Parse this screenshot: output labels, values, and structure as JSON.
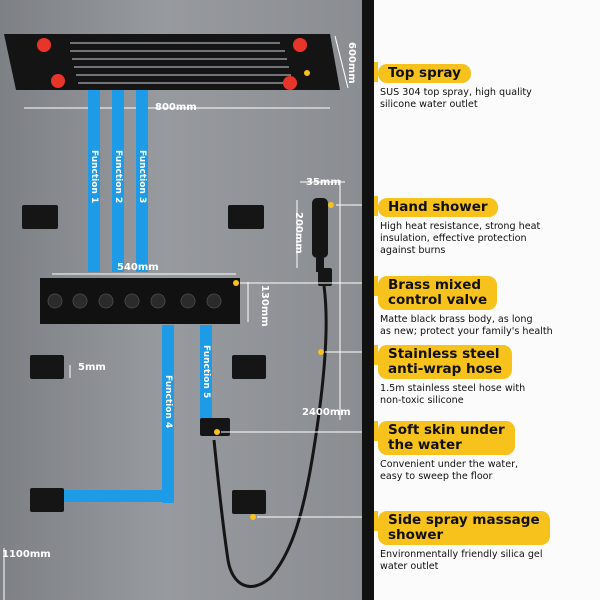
{
  "dimensions": {
    "top_width": "600mm",
    "top_length": "800mm",
    "hand_width": "35mm",
    "hand_height": "200mm",
    "valve_width": "540mm",
    "valve_height": "130mm",
    "jet_gap": "5mm",
    "hose_height": "2400mm",
    "floor_height": "1100mm"
  },
  "pipes": {
    "f1": "Function 1",
    "f2": "Function 2",
    "f3": "Function 3",
    "f4": "Function 4",
    "f5": "Function 5"
  },
  "features": [
    {
      "title": [
        "Top spray"
      ],
      "desc": [
        "SUS 304 top spray, high quality",
        "silicone water outlet"
      ]
    },
    {
      "title": [
        "Hand shower"
      ],
      "desc": [
        "High heat resistance, strong heat",
        "insulation, effective protection",
        "against burns"
      ]
    },
    {
      "title": [
        "Brass mixed",
        "control valve"
      ],
      "desc": [
        "Matte black brass body, as long",
        "as new;  protect your family's health"
      ]
    },
    {
      "title": [
        "Stainless steel",
        "anti-wrap hose"
      ],
      "desc": [
        "1.5m stainless steel hose with",
        "non-toxic silicone"
      ]
    },
    {
      "title": [
        "Soft skin under",
        "the water"
      ],
      "desc": [
        "Convenient under the water,",
        "easy to sweep the floor"
      ]
    },
    {
      "title": [
        "Side spray massage",
        "shower"
      ],
      "desc": [
        "Environmentally friendly silica gel",
        "water outlet"
      ]
    }
  ],
  "colors": {
    "accent": "#f6c21b",
    "pipe": "#1e9be6",
    "fixture": "#151515",
    "led": "#e8352a"
  }
}
